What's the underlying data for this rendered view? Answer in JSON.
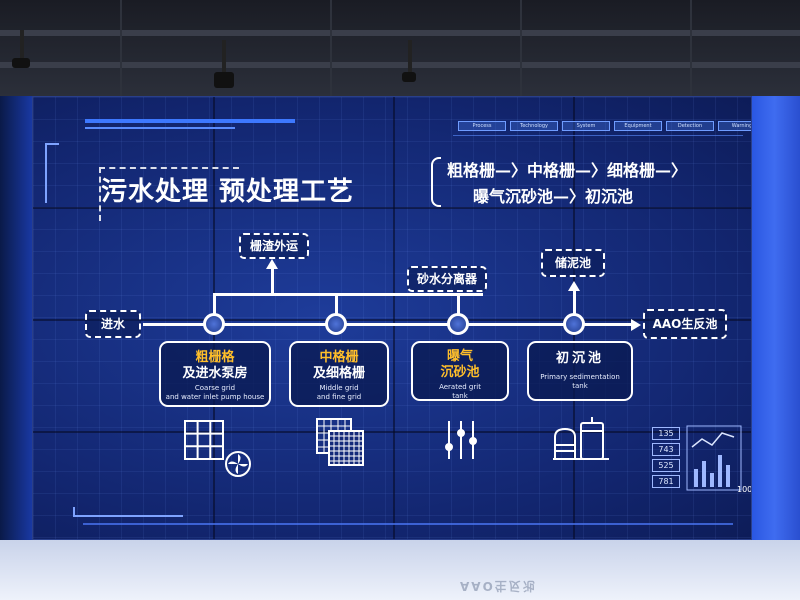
{
  "title": {
    "main": "污水处理",
    "sub": "预处理工艺"
  },
  "process_steps": {
    "line1": "粗格栅—〉中格栅—〉细格栅—〉",
    "line2": "曝气沉砂池—〉初沉池"
  },
  "top_tabs": [
    "Process",
    "Technology",
    "System",
    "Equipment",
    "Detection",
    "Warning"
  ],
  "flow": {
    "inlet": "进水",
    "outlet": "AAO生反池",
    "outputs": {
      "screenings": "栅渣外运",
      "sand_separator": "砂水分离器",
      "sludge_storage": "储泥池"
    },
    "stages": [
      {
        "cn_line1": "粗栅格",
        "cn_line2": "及进水泵房",
        "en_line1": "Coarse grid",
        "en_line2": "and water inlet pump house"
      },
      {
        "cn_line1": "中格栅",
        "cn_line2": "及细格栅",
        "en_line1": "Middle grid",
        "en_line2": "and fine grid"
      },
      {
        "cn_line1": "曝气",
        "cn_line2": "沉砂池",
        "en_line1": "Aerated grit",
        "en_line2": "tank"
      },
      {
        "cn_line1": "初沉池",
        "cn_line2": "",
        "en_line1": "Primary sedimentation",
        "en_line2": "tank"
      }
    ]
  },
  "stats": [
    "135",
    "743",
    "525",
    "781"
  ],
  "page_number": "100",
  "icons": [
    "grid-icon",
    "fan-icon",
    "mesh-grid-icon",
    "slider-icon",
    "tank-icon",
    "stats-icon"
  ],
  "colors": {
    "screen_bg": "#14297a",
    "highlight": "#ffbf2a",
    "line": "#ffffff",
    "accent": "#3d78ff"
  },
  "floor_reflection": "AAO生反池"
}
